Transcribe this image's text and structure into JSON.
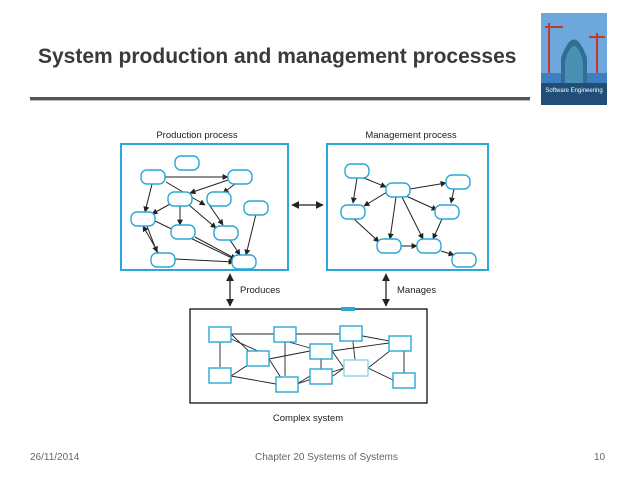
{
  "slide": {
    "title": "System production and management processes",
    "footer_date": "26/11/2014",
    "footer_center": "Chapter 20 Systems of Systems",
    "page_number": "10"
  },
  "book_cover": {
    "label": "Software Engineering"
  },
  "diagram": {
    "production_label": "Production process",
    "management_label": "Management process",
    "produces_label": "Produces",
    "manages_label": "Manages",
    "system_label": "Complex system"
  },
  "colors": {
    "node": "#29a8d6",
    "arrow": "#222222",
    "text": "#222222"
  }
}
